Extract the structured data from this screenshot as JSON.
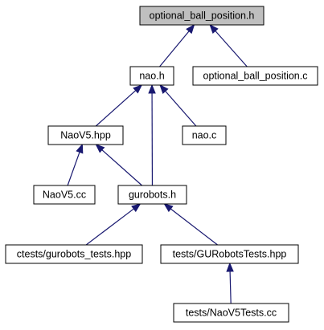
{
  "nodes": [
    {
      "id": "opt_h",
      "label": "optional_ball_position.h",
      "highlighted": true
    },
    {
      "id": "nao_h",
      "label": "nao.h",
      "highlighted": false
    },
    {
      "id": "opt_c",
      "label": "optional_ball_position.c",
      "highlighted": false
    },
    {
      "id": "naov5_hpp",
      "label": "NaoV5.hpp",
      "highlighted": false
    },
    {
      "id": "nao_c",
      "label": "nao.c",
      "highlighted": false
    },
    {
      "id": "naov5_cc",
      "label": "NaoV5.cc",
      "highlighted": false
    },
    {
      "id": "gurobots_h",
      "label": "gurobots.h",
      "highlighted": false
    },
    {
      "id": "ctests_hpp",
      "label": "ctests/gurobots_tests.hpp",
      "highlighted": false
    },
    {
      "id": "tests_hpp",
      "label": "tests/GURobotsTests.hpp",
      "highlighted": false
    },
    {
      "id": "tests_cc",
      "label": "tests/NaoV5Tests.cc",
      "highlighted": false
    }
  ],
  "edges": [
    {
      "from": "nao_h",
      "to": "opt_h"
    },
    {
      "from": "opt_c",
      "to": "opt_h"
    },
    {
      "from": "naov5_hpp",
      "to": "nao_h"
    },
    {
      "from": "gurobots_h",
      "to": "nao_h"
    },
    {
      "from": "nao_c",
      "to": "nao_h"
    },
    {
      "from": "naov5_cc",
      "to": "naov5_hpp"
    },
    {
      "from": "gurobots_h",
      "to": "naov5_hpp"
    },
    {
      "from": "ctests_hpp",
      "to": "gurobots_h"
    },
    {
      "from": "tests_hpp",
      "to": "gurobots_h"
    },
    {
      "from": "tests_cc",
      "to": "tests_hpp"
    }
  ],
  "colors": {
    "highlight_fill": "#bfbfbf",
    "node_fill": "#ffffff",
    "edge": "#191970"
  }
}
